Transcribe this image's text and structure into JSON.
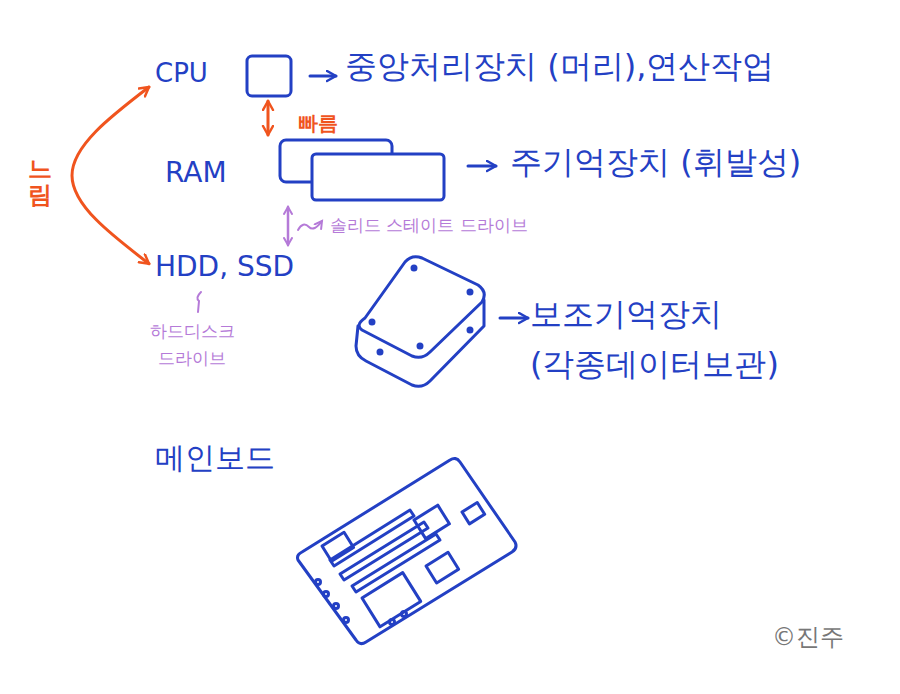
{
  "diagram": {
    "nodes": [
      {
        "text": [
          "CPU"
        ]
      },
      {
        "text": [
          "RAM"
        ]
      },
      {
        "text": [
          "HDD, SSD"
        ]
      }
    ],
    "edges": [
      {
        "from": 0,
        "to": 1,
        "arrow": "both",
        "label": "빠름"
      },
      {
        "from": 0,
        "to": 2,
        "arrow": "both",
        "label": "느림"
      },
      {
        "from": 1,
        "to": 2,
        "arrow": "both"
      }
    ],
    "labels": [
      "중앙처리장치 (머리),연산작업",
      "주기억장치 (휘발성)",
      "솔리드 스테이트 드라이브",
      "하드디스크 드라이브",
      "보조기억장치 (각종데이터보관)",
      "메인보드",
      "©진주"
    ]
  }
}
